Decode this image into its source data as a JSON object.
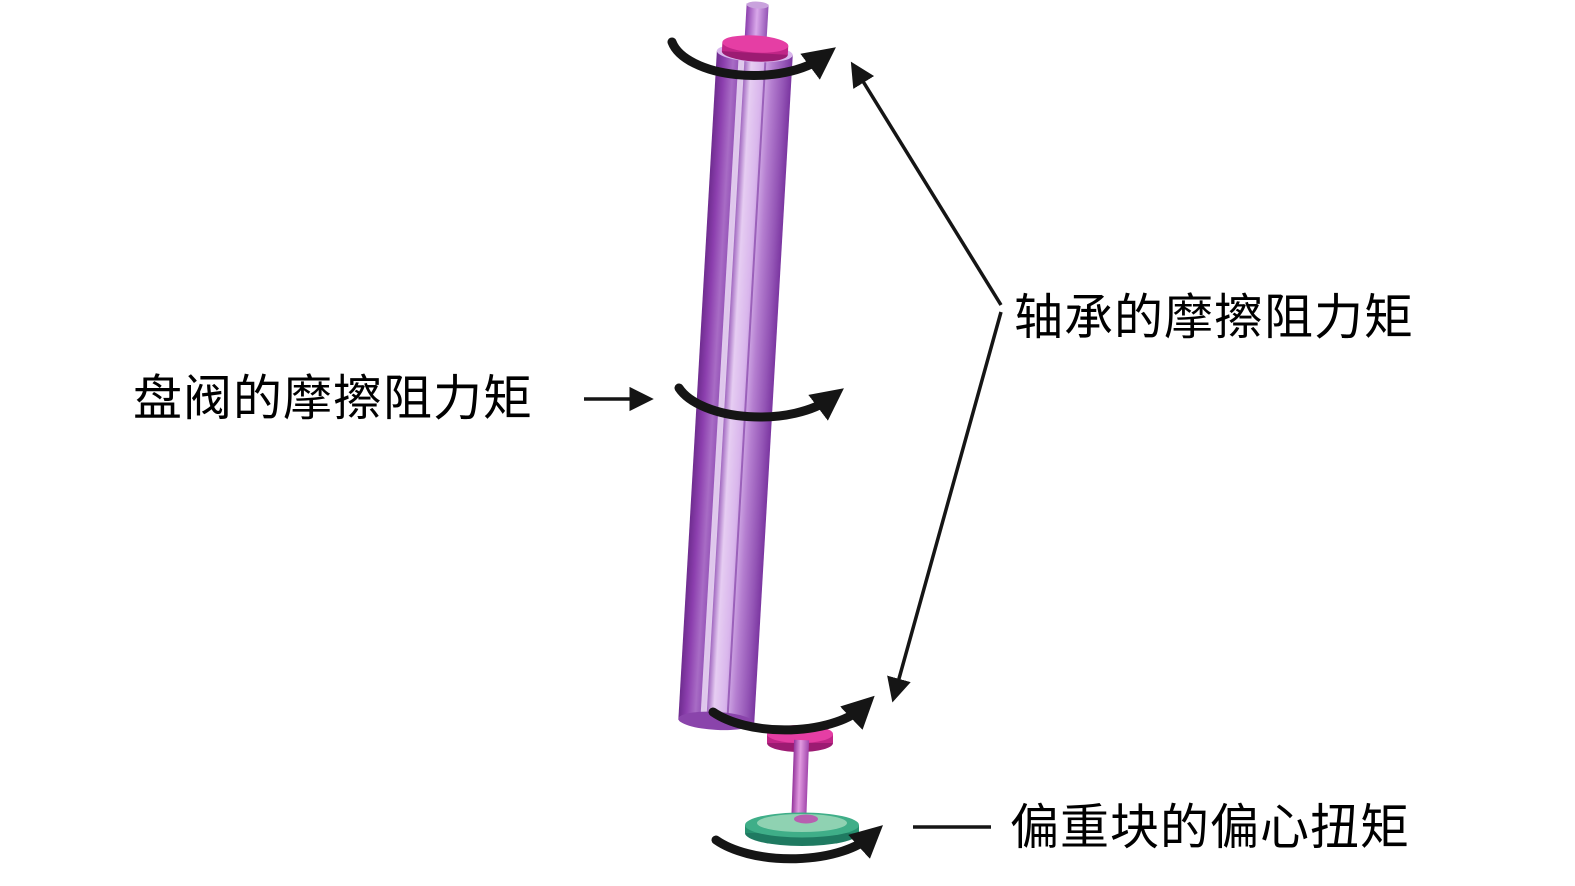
{
  "figure": {
    "type": "annotated-mechanical-diagram",
    "labels": {
      "disc_friction": "盘阀的摩擦阻力矩",
      "bearing_friction": "轴承的摩擦阻力矩",
      "eccentric_torque": "偏重块的偏心扭矩"
    },
    "icons": {
      "rotation_arrow": "curved-rotation-arrow",
      "leader_arrow": "thin-leader-arrow"
    },
    "colors": {
      "background": "#ffffff",
      "annotation": "#151515",
      "cylinder_light": "#d9b6ec",
      "cylinder_dark": "#7a35a0",
      "collar_pink": "#e53ea4",
      "collar_pink_band": "#c02587",
      "collar_pink_dark": "#9c1b72",
      "disc_teal": "#3fae88",
      "disc_teal_light": "#8fd2b2",
      "disc_teal_dark": "#1f7a61",
      "hub_pink": "#b75fb0"
    }
  }
}
